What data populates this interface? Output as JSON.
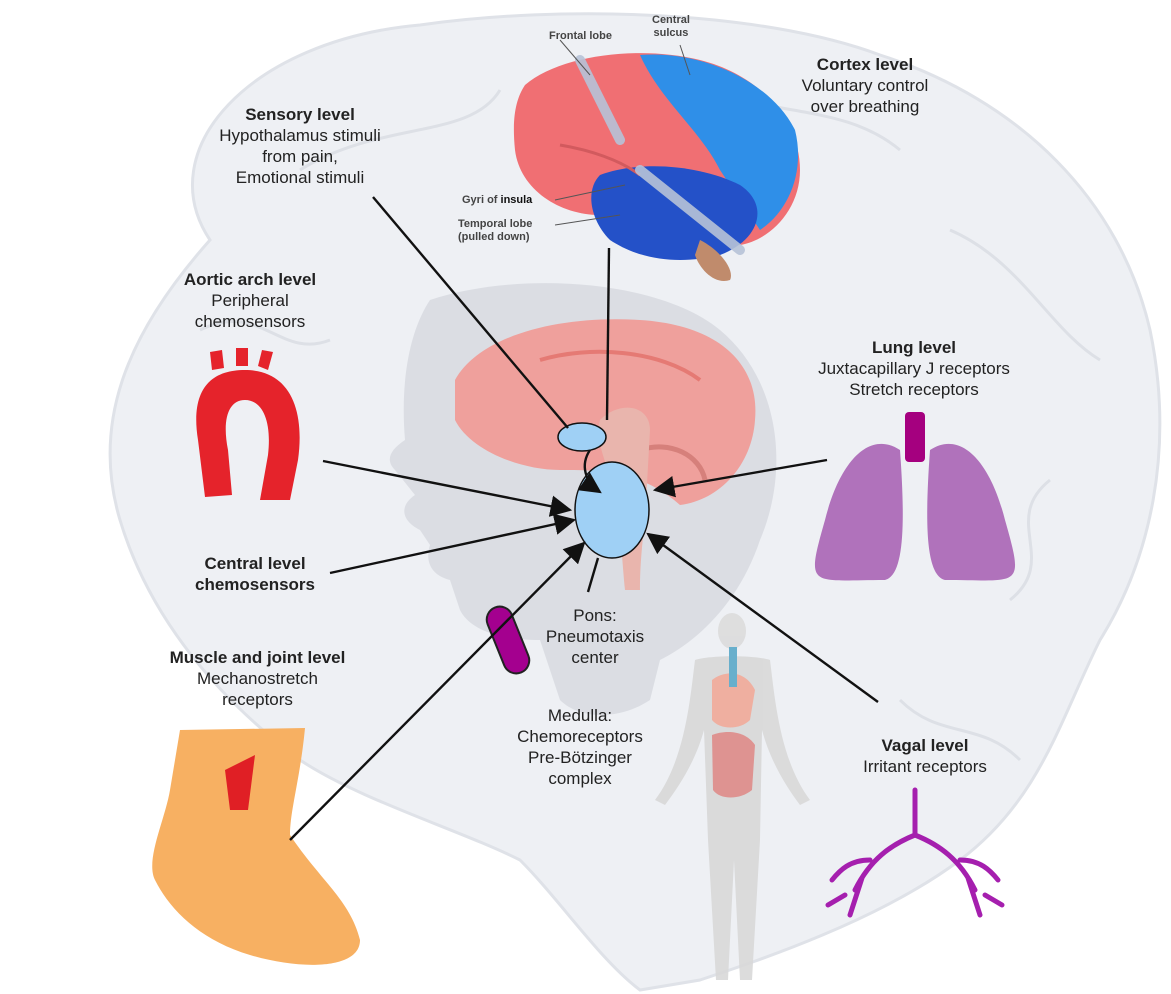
{
  "labels": {
    "cortex": {
      "title": "Cortex level",
      "lines": [
        "Voluntary control",
        "over breathing"
      ]
    },
    "sensory": {
      "title": "Sensory level",
      "lines": [
        "Hypothalamus stimuli",
        "from pain,",
        "Emotional stimuli"
      ]
    },
    "aortic": {
      "title": "Aortic arch level",
      "lines": [
        "Peripheral",
        "chemosensors"
      ]
    },
    "lung": {
      "title": "Lung level",
      "lines": [
        "Juxtacapillary J receptors",
        "Stretch receptors"
      ]
    },
    "central": {
      "title_lines": [
        "Central level",
        "chemosensors"
      ]
    },
    "pons": {
      "lines": [
        "Pons:",
        "Pneumotaxis",
        "center"
      ]
    },
    "muscle": {
      "title": "Muscle and joint level",
      "lines": [
        "Mechanostretch",
        "receptors"
      ]
    },
    "medulla": {
      "lines": [
        "Medulla:",
        "Chemoreceptors",
        "Pre-Bötzinger",
        "complex"
      ]
    },
    "vagal": {
      "title": "Vagal level",
      "lines": [
        "Irritant receptors"
      ]
    }
  },
  "brain_inset": {
    "frontal_lobe": "Frontal lobe",
    "central_sulcus": [
      "Central",
      "sulcus"
    ],
    "gyri_of": "Gyri of",
    "insula": "insula",
    "temporal_lobe": [
      "Temporal lobe",
      "(pulled down)"
    ]
  },
  "colors": {
    "brain_outline": "#e6e9ef",
    "head_silhouette": "#d6d9df",
    "brain_pink": "#f08a86",
    "brain_blue": "#3b6ee0",
    "center_blue": "#9fd0f5",
    "aorta_red": "#e5232b",
    "lung_purple": "#a45cb0",
    "muscle_purple": "#a4008f",
    "bronchi_purple": "#a51fae",
    "foot_orange": "#f7b062"
  }
}
